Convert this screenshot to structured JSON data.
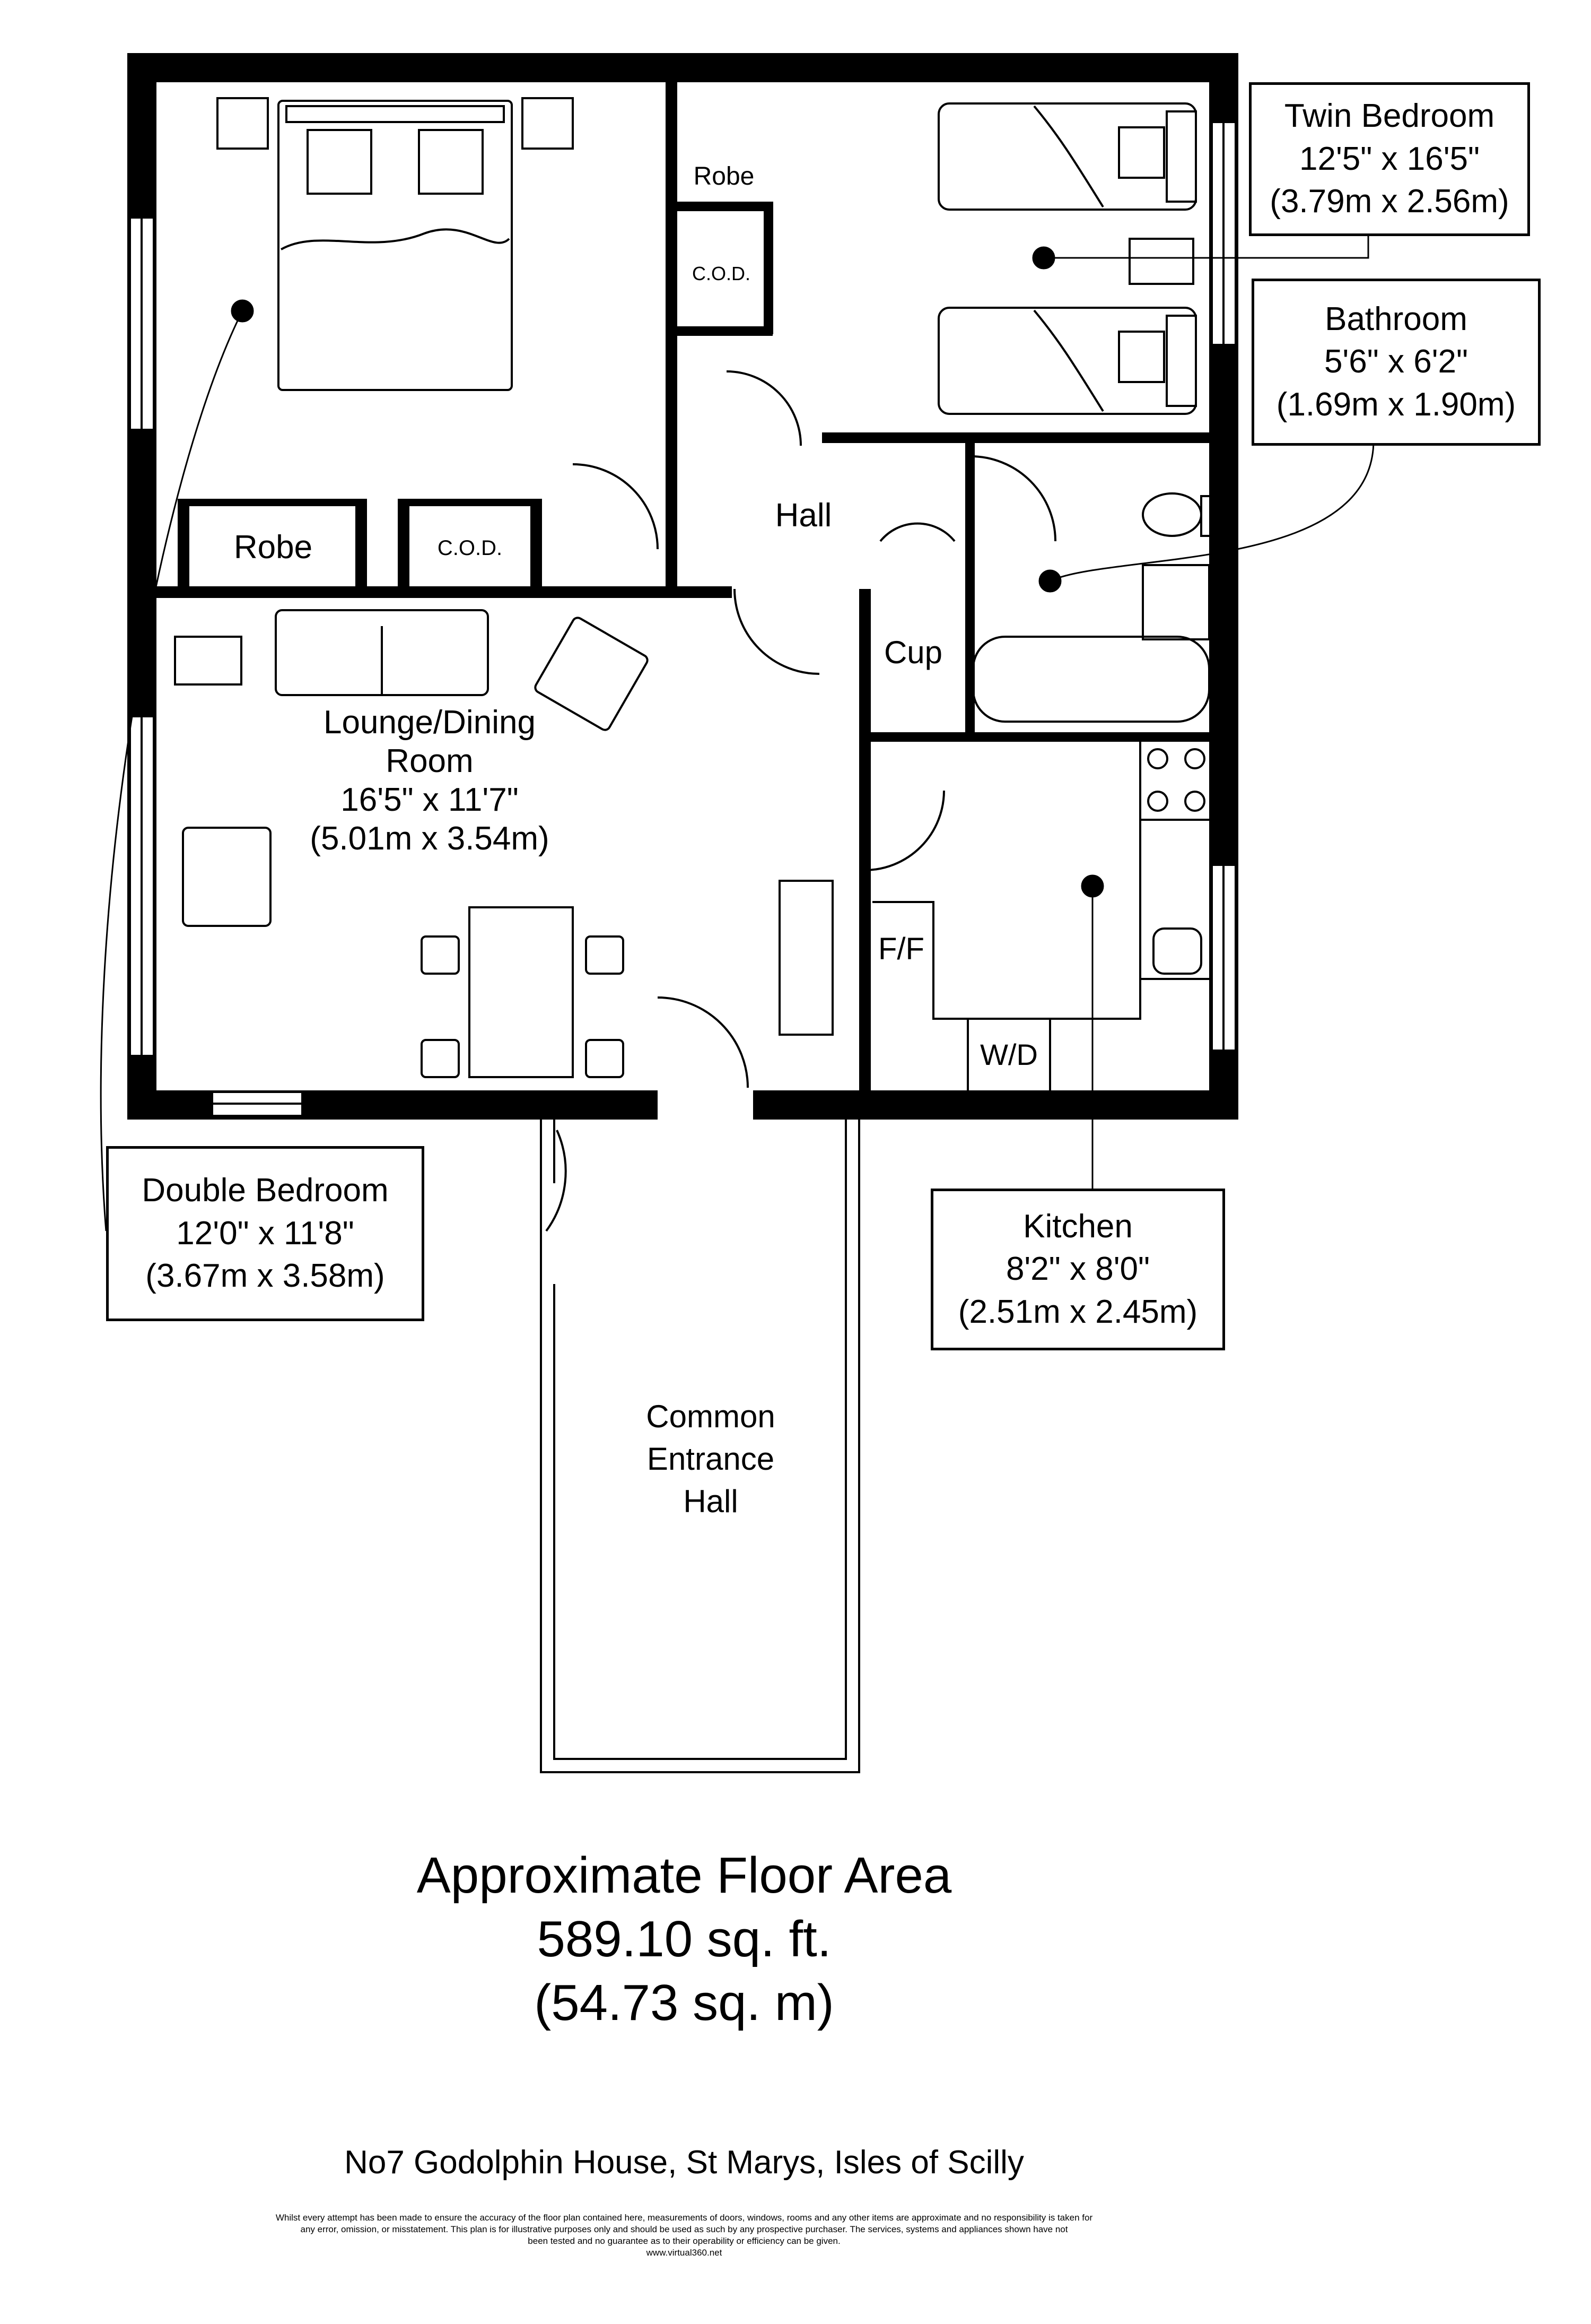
{
  "rooms": {
    "twin_bedroom": {
      "name": "Twin Bedroom",
      "imperial": "12'5\" x 16'5\"",
      "metric": "(3.79m x 2.56m)"
    },
    "bathroom": {
      "name": "Bathroom",
      "imperial": "5'6\" x 6'2\"",
      "metric": "(1.69m x 1.90m)"
    },
    "double_bedroom": {
      "name": "Double Bedroom",
      "imperial": "12'0\" x 11'8\"",
      "metric": "(3.67m x 3.58m)"
    },
    "kitchen": {
      "name": "Kitchen",
      "imperial": "8'2\" x 8'0\"",
      "metric": "(2.51m x 2.45m)"
    },
    "lounge": {
      "name_line1": "Lounge/Dining",
      "name_line2": "Room",
      "imperial": "16'5\" x 11'7\"",
      "metric": "(5.01m x 3.54m)"
    },
    "hall": {
      "name": "Hall"
    },
    "common_hall": {
      "line1": "Common",
      "line2": "Entrance",
      "line3": "Hall"
    }
  },
  "fixtures": {
    "robe_top": "Robe",
    "cod_top": "C.O.D.",
    "robe_left": "Robe",
    "cod_left": "C.O.D.",
    "cup": "Cup",
    "ff": "F/F",
    "wd": "W/D"
  },
  "summary": {
    "heading": "Approximate Floor Area",
    "sqft": "589.10 sq. ft.",
    "sqm": "(54.73 sq. m)"
  },
  "footer": {
    "address": "No7 Godolphin House, St Marys, Isles of Scilly",
    "disclaimer_line1": "Whilst every attempt has been made to ensure the accuracy of the floor plan contained here, measurements of doors, windows, rooms and any other items  are approximate and no responsibility is taken for",
    "disclaimer_line2": "any error, omission, or misstatement. This plan is for illustrative purposes only and should be used as such by any prospective purchaser. The services, systems and appliances shown have not",
    "disclaimer_line3": "been tested and no guarantee as to their operability or efficiency can be given.",
    "website": "www.virtual360.net"
  }
}
